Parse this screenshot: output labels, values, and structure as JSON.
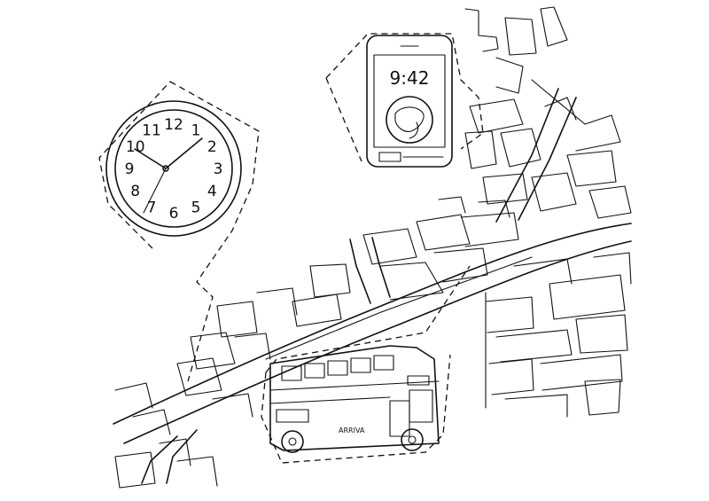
{
  "colors": {
    "ink": "#111111",
    "paper": "#ffffff"
  },
  "clock": {
    "numerals": [
      "12",
      "1",
      "2",
      "3",
      "4",
      "5",
      "6",
      "7",
      "8",
      "9",
      "10",
      "11"
    ]
  },
  "phone": {
    "time": "9:42"
  },
  "bus": {
    "brand": "ARRIVA"
  }
}
